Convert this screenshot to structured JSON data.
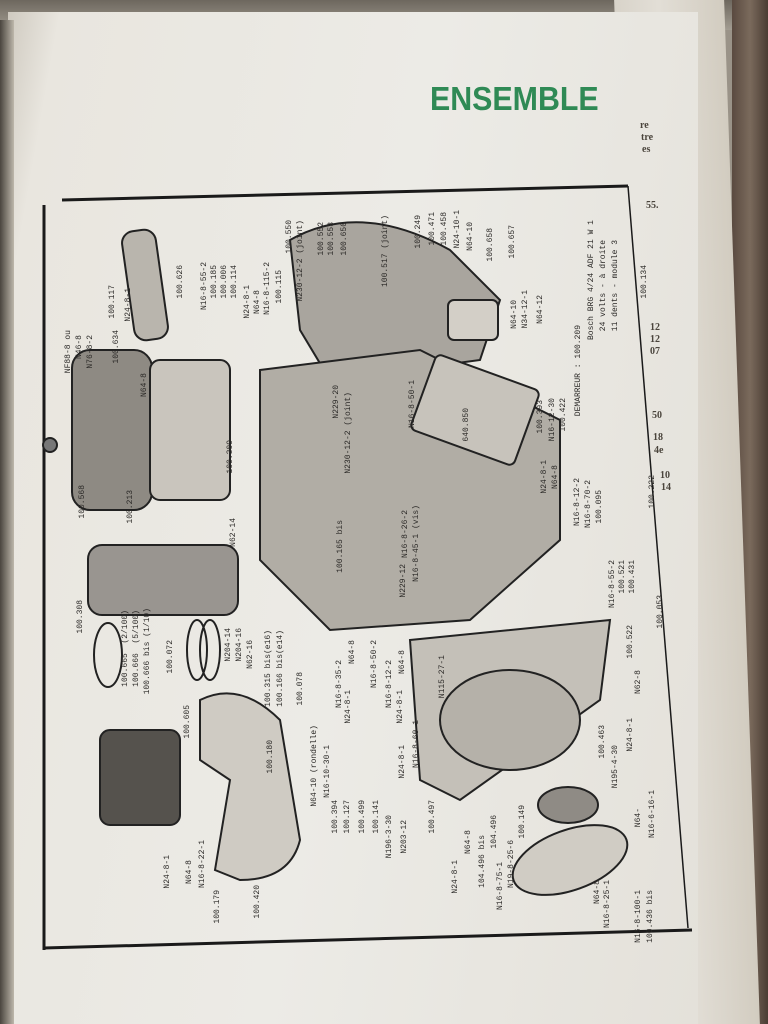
{
  "heading": "ENSEMBLE",
  "accent_color": "#2f8a55",
  "starter_note": {
    "title": "DEMARREUR : 100.209",
    "model": "Bosch BRG 4/24 ADF 21 W 1",
    "voltage": "24 volts - à droite",
    "teeth": "11 dents - module 3"
  },
  "callouts": [
    "100.117",
    "N24-8-1",
    "NF88-8 ou",
    "N46-8",
    "N76-8-2",
    "100.634",
    "100.626",
    "N16-8-55-2",
    "100.185",
    "100.006",
    "100.114",
    "N24-8-1",
    "N64-8",
    "N16-8-115-2",
    "100.115",
    "100.550",
    "N230-12-2 (joint)",
    "100.552",
    "100.553",
    "100.650",
    "100.517 (joint)",
    "100.249",
    "100.471",
    "100.458",
    "N24-10-1",
    "N64-10",
    "100.658",
    "100.657",
    "N64-10",
    "N34-12-1",
    "N64-12",
    "100.134",
    "100.393",
    "N16-12-30",
    "100.422",
    "640.850",
    "N24-8-1",
    "N64-8",
    "N16-8-12-2",
    "N16-8-70-2",
    "100.095",
    "100.222",
    "N16-8-55-2",
    "100.521",
    "100.431",
    "100.053",
    "100.522",
    "N62-8",
    "N24-8-1",
    "100.463",
    "N195-4-30",
    "N64-",
    "N16-6-16-1",
    "100.309",
    "N62-14",
    "100.165 bis",
    "N229-20",
    "N230-12-2 (joint)",
    "N16-8-50-1",
    "N16-8-26-2",
    "N16-8-45-1 (vis)",
    "N229-12",
    "100.213",
    "100.568",
    "N64-8",
    "100.308",
    "100.665  (2/100)",
    "100.666  (5/100)",
    "100.666 bis (1/10)",
    "100.072",
    "N204-14",
    "N204-16",
    "N62-16",
    "100.315 bis(e16)",
    "100.166 bis(e14)",
    "100.605",
    "100.180",
    "100.078",
    "N64-10 (rondelle)",
    "N16-10-30-1",
    "N24-8-1",
    "N64-8",
    "N16-8-22-1",
    "100.179",
    "100.420",
    "100.394",
    "100.127",
    "100.499",
    "100.141",
    "N196-3-30",
    "N203-12",
    "N24-8-1",
    "100.497",
    "N16-8-60-1",
    "N16-8-35-2",
    "N24-8-1",
    "N64-8",
    "N16-8-50-2",
    "N16-8-12-2",
    "N64-8",
    "N24-8-1",
    "N115-27-1",
    "N24-8-1",
    "N64-8",
    "104.496 bis",
    "104.496",
    "N16-8-75-1",
    "N19-8-25-6",
    "100.149",
    "N16-8-100-1",
    "100.436 bis",
    "N64-8",
    "N16-8-25-1"
  ],
  "adjacent_page_fragments": [
    "re",
    "tre",
    "es",
    "55.",
    "12",
    "12",
    "07",
    "50",
    "18",
    "4e",
    "10",
    "14"
  ]
}
